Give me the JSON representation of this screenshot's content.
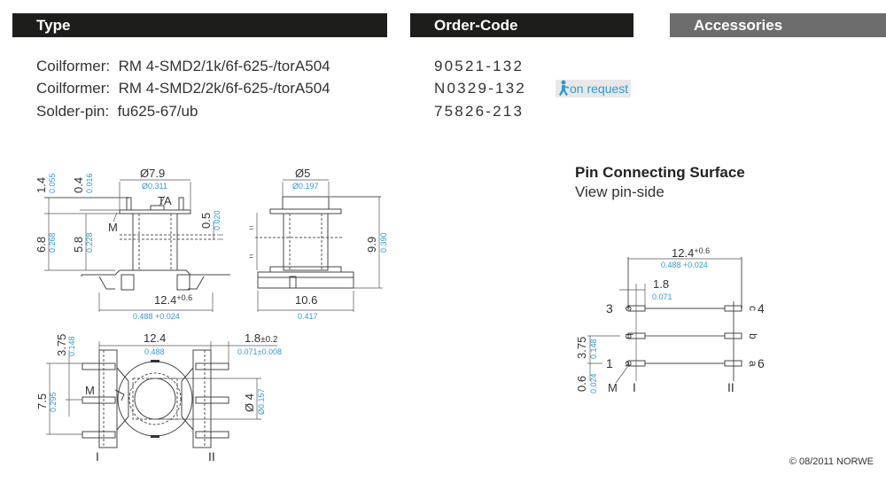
{
  "headers": {
    "type": "Type",
    "order_code": "Order-Code",
    "accessories": "Accessories"
  },
  "items": [
    {
      "label": "Coilformer:",
      "type": "RM 4-SMD2/1k/6f-625-/torA504",
      "code": "90521-132"
    },
    {
      "label": "Coilformer:",
      "type": "RM 4-SMD2/2k/6f-625-/torA504",
      "code": "N0329-132",
      "badge": "on request"
    },
    {
      "label": "Solder-pin:",
      "type": "fu625-67/ub",
      "code": "75826-213"
    }
  ],
  "badge_icon": "walking-person-icon",
  "pin_surface": {
    "title": "Pin Connecting Surface",
    "subtitle": "View pin-side"
  },
  "dims": {
    "d79": "Ø7.9",
    "d79i": "Ø0.311",
    "d14": "1.4",
    "d14i": "0.055",
    "d04": "0.4",
    "d04i": "0.016",
    "d68": "6.8",
    "d68i": "0.268",
    "d58": "5.8",
    "d58i": "0.228",
    "d05": "0.5",
    "d05i": "0.020",
    "ta": "TA",
    "m": "M",
    "d124t": "12.4",
    "d124tol": "+0.6",
    "d124i": "0.488 +0.024",
    "d5": "Ø5",
    "d5i": "Ø0.197",
    "d99": "9.9",
    "d99i": "0.390",
    "d106": "10.6",
    "d106i": "0.417",
    "d375": "3.75",
    "d375i": "0.148",
    "d75": "7.5",
    "d75i": "0.295",
    "d124": "12.4",
    "d124bi": "0.488",
    "d18": "1.8",
    "d18tol": "±0.2",
    "d18i": "0.071±0.008",
    "d4": "Ø 4",
    "d4i": "Ø0.157",
    "d18b": "1.8",
    "d18bi": "0.071",
    "d06": "0.6",
    "d06i": "0.024",
    "side1": "I",
    "side2": "II",
    "pins": {
      "p3": "3",
      "p4": "4",
      "p1": "1",
      "p6": "6",
      "a": "a",
      "b": "b",
      "c": "c"
    }
  },
  "copyright": "© 08/2011 NORWE"
}
